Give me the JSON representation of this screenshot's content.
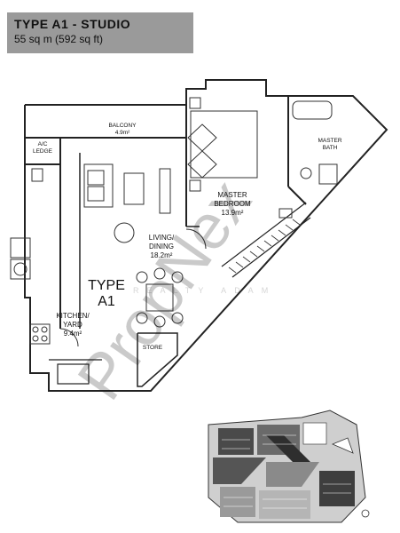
{
  "header": {
    "title": "TYPE A1 - STUDIO",
    "area": "55 sq m (592 sq ft)"
  },
  "plan": {
    "type_label_line1": "TYPE",
    "type_label_line2": "A1",
    "rooms": {
      "balcony": {
        "name": "BALCONY",
        "area": "4.9m²"
      },
      "ac_ledge": {
        "line1": "A/C",
        "line2": "LEDGE"
      },
      "living": {
        "line1": "LIVING/",
        "line2": "DINING",
        "area": "18.2m²"
      },
      "master_bedroom": {
        "line1": "MASTER",
        "line2": "BEDROOM",
        "area": "13.9m²"
      },
      "master_bath": {
        "line1": "MASTER",
        "line2": "BATH"
      },
      "kitchen": {
        "line1": "KITCHEN/",
        "line2": "YARD",
        "area": "9.4m²"
      },
      "store": {
        "name": "STORE"
      }
    }
  },
  "watermark": {
    "brand": "PropNex",
    "sub": "REALTY   ADAM"
  },
  "colors": {
    "header_bg": "#9a9a9a",
    "wall": "#222222",
    "keyplan_dark": "#4a4a4a"
  }
}
